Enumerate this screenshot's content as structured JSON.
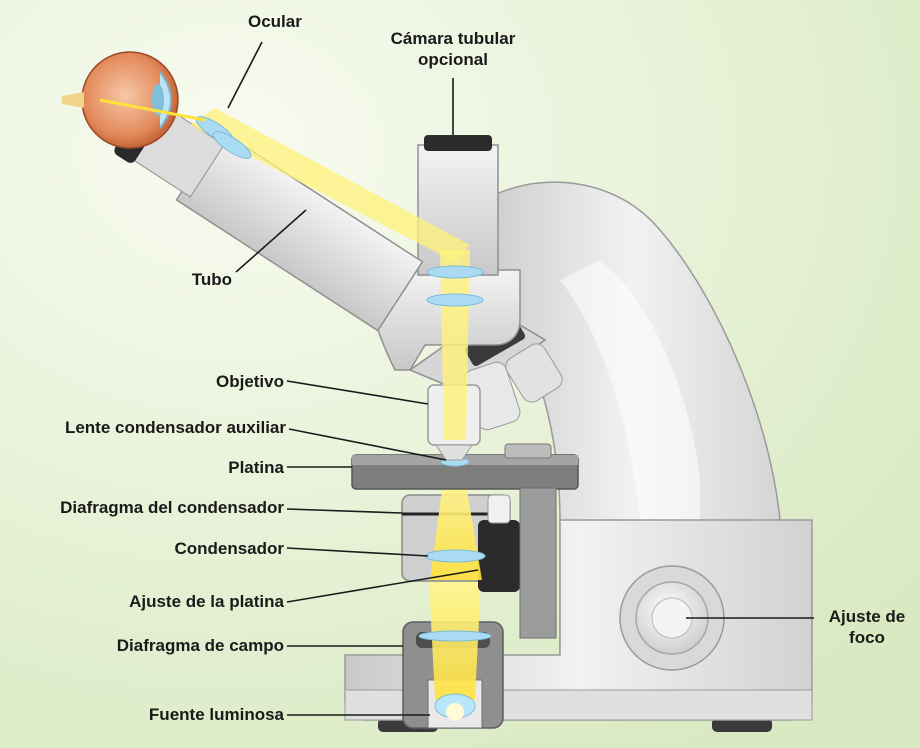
{
  "colors": {
    "background_light": "#f6faee",
    "background_dark": "#dcebc4",
    "body": "#e8e8e8",
    "light_beam": "#ffe84a",
    "lens": "#a9dcf3"
  },
  "labels": {
    "ocular": "Ocular",
    "camara": "Cámara tubular opcional",
    "tubo": "Tubo",
    "objetivo": "Objetivo",
    "lente_condensador_auxiliar": "Lente condensador auxiliar",
    "platina": "Platina",
    "diafragma_condensador": "Diafragma del condensador",
    "condensador": "Condensador",
    "ajuste_platina": "Ajuste de la platina",
    "diafragma_campo": "Diafragma de campo",
    "fuente_luminosa": "Fuente luminosa",
    "ajuste_foco": "Ajuste de foco"
  },
  "icons": {
    "eye": "eye-icon",
    "microscope": "microscope-icon"
  }
}
